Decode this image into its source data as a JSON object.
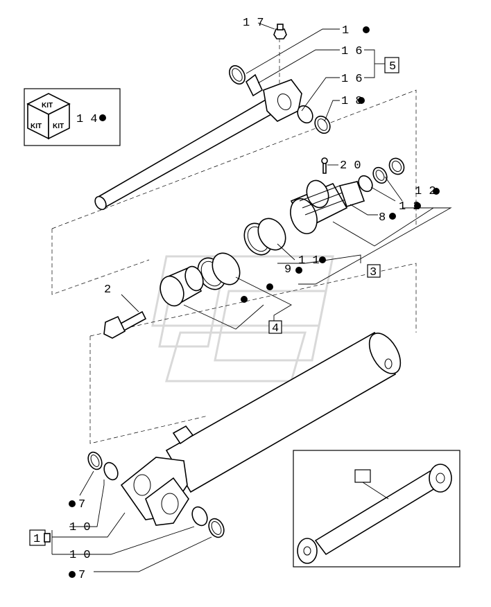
{
  "callouts": {
    "c17": "1 7",
    "c1_top": "1",
    "c16_a": "1 6",
    "c5": "5",
    "c16_b": "1 6",
    "c18": "1 8",
    "c14": "1 4",
    "c20": "2 0",
    "c12_a": "1 2",
    "c12_b": "1 2",
    "c8": "8",
    "c11": "1 1",
    "c9": "9",
    "c3": "3",
    "c2": "2",
    "c4": "4",
    "c7_a": "7",
    "c10_a": "1 0",
    "c1_bottom": "1",
    "c10_b": "1 0",
    "c7_b": "7"
  },
  "kit_box": {
    "text": "KIT"
  },
  "icons": [
    "kit-cube-icon",
    "kit-indicator-dot-icon"
  ],
  "colors": {
    "ink": "#000000",
    "paper": "#ffffff",
    "watermark": "#d9d9d9"
  }
}
